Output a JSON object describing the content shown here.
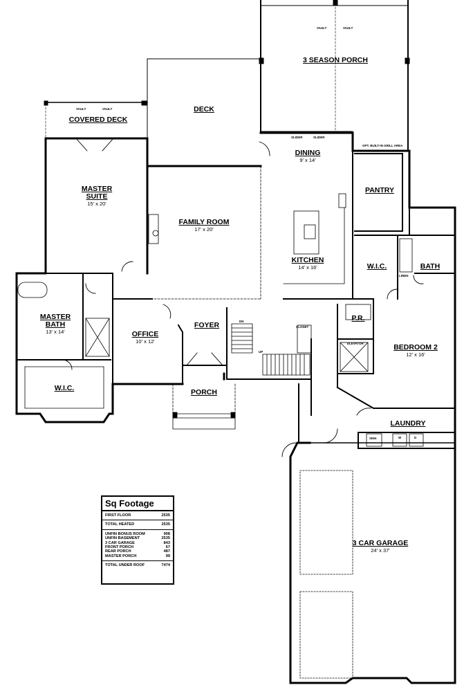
{
  "rooms": {
    "three_season_porch": {
      "name": "3 SEASON PORCH",
      "dim": ""
    },
    "deck": {
      "name": "DECK",
      "dim": ""
    },
    "covered_deck": {
      "name": "COVERED DECK",
      "dim": ""
    },
    "dining": {
      "name": "DINING",
      "dim": "9' x 14'"
    },
    "pantry": {
      "name": "PANTRY",
      "dim": ""
    },
    "master_suite": {
      "name": "MASTER SUITE",
      "dim": "15' x 20'"
    },
    "family_room": {
      "name": "FAMILY ROOM",
      "dim": "17' x 20'"
    },
    "kitchen": {
      "name": "KITCHEN",
      "dim": "14' x 16'"
    },
    "wic_upper": {
      "name": "W.I.C.",
      "dim": ""
    },
    "bath": {
      "name": "BATH",
      "dim": ""
    },
    "master_bath": {
      "name": "MASTER BATH",
      "dim": "13' x 14'"
    },
    "office": {
      "name": "OFFICE",
      "dim": "10' x 12'"
    },
    "foyer": {
      "name": "FOYER",
      "dim": ""
    },
    "pr": {
      "name": "P.R.",
      "dim": ""
    },
    "bedroom2": {
      "name": "BEDROOM 2",
      "dim": "12' x 16'"
    },
    "wic_lower": {
      "name": "W.I.C.",
      "dim": ""
    },
    "porch": {
      "name": "PORCH",
      "dim": ""
    },
    "laundry": {
      "name": "LAUNDRY",
      "dim": ""
    },
    "garage": {
      "name": "3 CAR GARAGE",
      "dim": "24' x 37'"
    }
  },
  "small_labels": {
    "vault_a": "VAULT",
    "vault_b": "VAULT",
    "vault_c": "VAULT",
    "vault_d": "VAULT",
    "slider_a": "SLIDER",
    "slider_b": "SLIDER",
    "grill": "OPT. BUILT-IN GRILL AREA",
    "closet": "CLOSET",
    "elevator": "ELEVATOR",
    "sink": "SINK",
    "washer": "W",
    "dryer": "D",
    "linen": "LINEN",
    "dn": "DN",
    "up": "UP"
  },
  "sq_footage": {
    "title": "Sq Footage",
    "first_floor": {
      "label": "FIRST FLOOR",
      "value": "2535"
    },
    "total_heated": {
      "label": "TOTAL HEATED",
      "value": "2535"
    },
    "other": [
      {
        "label": "UNFIN BONUS ROOM",
        "value": "908"
      },
      {
        "label": "UNFIN BASEMENT",
        "value": "2535"
      },
      {
        "label": "3 CAR GARAGE",
        "value": "843"
      },
      {
        "label": "FRONT PORCH",
        "value": "67"
      },
      {
        "label": "REAR PORCH",
        "value": "487"
      },
      {
        "label": "MASTER PORCH",
        "value": "99"
      }
    ],
    "total_under_roof": {
      "label": "TOTAL UNDER ROOF",
      "value": "7474"
    }
  }
}
